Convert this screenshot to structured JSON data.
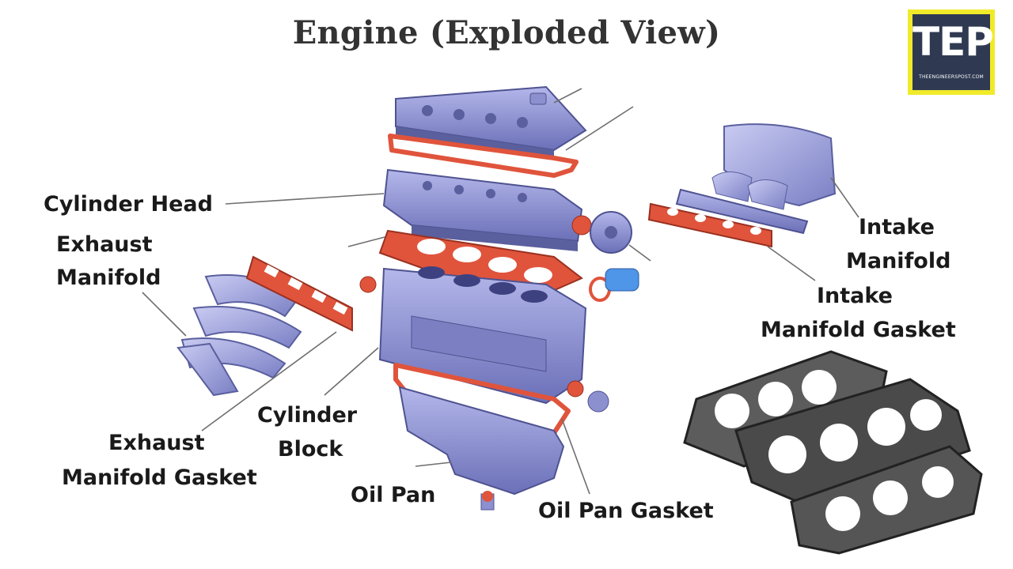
{
  "title": "Engine (Exploded View)",
  "logo": {
    "text": "TEP",
    "subtext": "THEENGINEERSPOST.COM"
  },
  "labels": {
    "cylinder_head": "Cylinder Head",
    "exhaust_manifold": [
      "Exhaust",
      "Manifold"
    ],
    "intake_manifold": [
      "Intake",
      "Manifold"
    ],
    "intake_manifold_gasket": [
      "Intake",
      "Manifold Gasket"
    ],
    "cylinder_block": [
      "Cylinder",
      "Block"
    ],
    "exhaust_manifold_gasket": [
      "Exhaust",
      "Manifold Gasket"
    ],
    "oil_pan": "Oil Pan",
    "oil_pan_gasket": "Oil Pan Gasket"
  },
  "colors": {
    "part_fill": "#8d90cf",
    "part_dark": "#5a5f9e",
    "gasket": "#e0543c",
    "leader_line": "#6e6e6e",
    "head_gasket_metal": "#4a4a4a"
  }
}
